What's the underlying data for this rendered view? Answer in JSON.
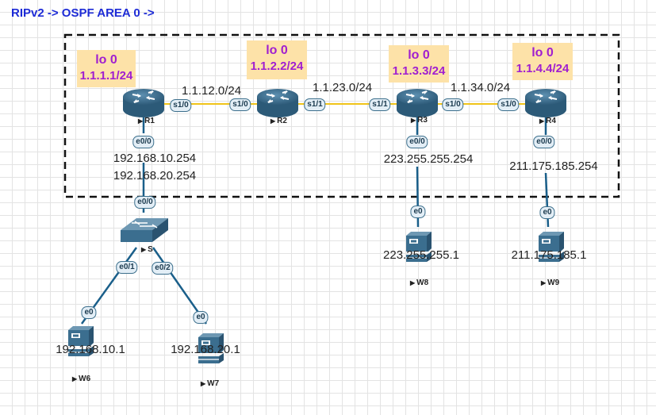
{
  "title": "RIPv2 -> OSPF AREA 0 ->",
  "routers": [
    {
      "name": "R1",
      "lo_name": "lo 0",
      "lo_addr": "1.1.1.1/24"
    },
    {
      "name": "R2",
      "lo_name": "lo 0",
      "lo_addr": "1.1.2.2/24"
    },
    {
      "name": "R3",
      "lo_name": "lo 0",
      "lo_addr": "1.1.3.3/24"
    },
    {
      "name": "R4",
      "lo_name": "lo 0",
      "lo_addr": "1.1.4.4/24"
    }
  ],
  "switch": {
    "name": "S"
  },
  "hosts": [
    {
      "name": "W6",
      "ip": "192.168.10.1"
    },
    {
      "name": "W7",
      "ip": "192.168.20.1"
    },
    {
      "name": "W8",
      "ip": "223.255.255.1"
    },
    {
      "name": "W9",
      "ip": "211.175.185.1"
    }
  ],
  "subnets": [
    "1.1.12.0/24",
    "1.1.23.0/24",
    "1.1.34.0/24"
  ],
  "gateways": {
    "r1_a": "192.168.10.254",
    "r1_b": "192.168.20.254",
    "r3": "223.255.255.254",
    "r4": "211.175.185.254"
  },
  "ports": {
    "r1_s10": "s1/0",
    "r2_s10": "s1/0",
    "r2_s11": "s1/1",
    "r3_s11": "s1/1",
    "r3_s10": "s1/0",
    "r4_s10": "s1/0",
    "r1_e00": "e0/0",
    "r3_e00": "e0/0",
    "r4_e00": "e0/0",
    "sw_e00": "e0/0",
    "sw_e01": "e0/1",
    "sw_e02": "e0/2",
    "w6_e0": "e0",
    "w7_e0": "e0",
    "w8_e0": "e0",
    "w9_e0": "e0"
  },
  "colors": {
    "serial_link": "#f0c419",
    "ethernet_link": "#1a5f8a",
    "device": "#3b6e8f",
    "area_border": "#111111"
  }
}
